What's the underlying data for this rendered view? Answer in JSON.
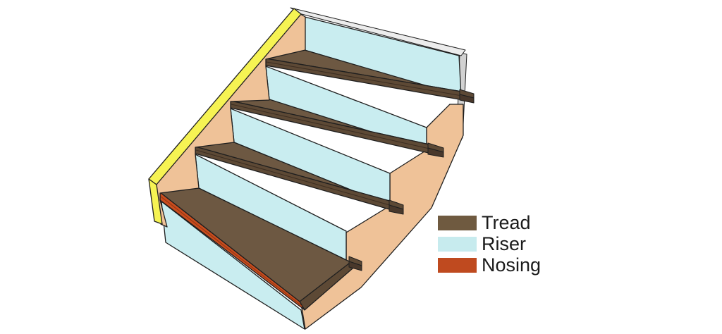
{
  "figure": {
    "name": "staircase-parts-diagram",
    "background": "#ffffff"
  },
  "colors": {
    "outline": "#1f1f1f",
    "tread_top": "#6d5842",
    "tread_edge": "#5d4935",
    "tread_edge_dark": "#49382b",
    "tread_seam": "#3c2e22",
    "riser": "#c9edf0",
    "stringer": "#efc298",
    "stringer_edge_yellow": "#f6f353",
    "nosing": "#c84d1f",
    "nosing_dark": "#8f3310",
    "cap_top": "#ececec",
    "cap_side": "#d2d2d2",
    "text": "#1b1b1b"
  },
  "legend": {
    "items": [
      {
        "id": "tread",
        "label": "Tread",
        "color": "#6f5a40"
      },
      {
        "id": "riser",
        "label": "Riser",
        "color": "#c7ebee"
      },
      {
        "id": "nosing",
        "label": "Nosing",
        "color": "#bf4a1f"
      }
    ]
  }
}
